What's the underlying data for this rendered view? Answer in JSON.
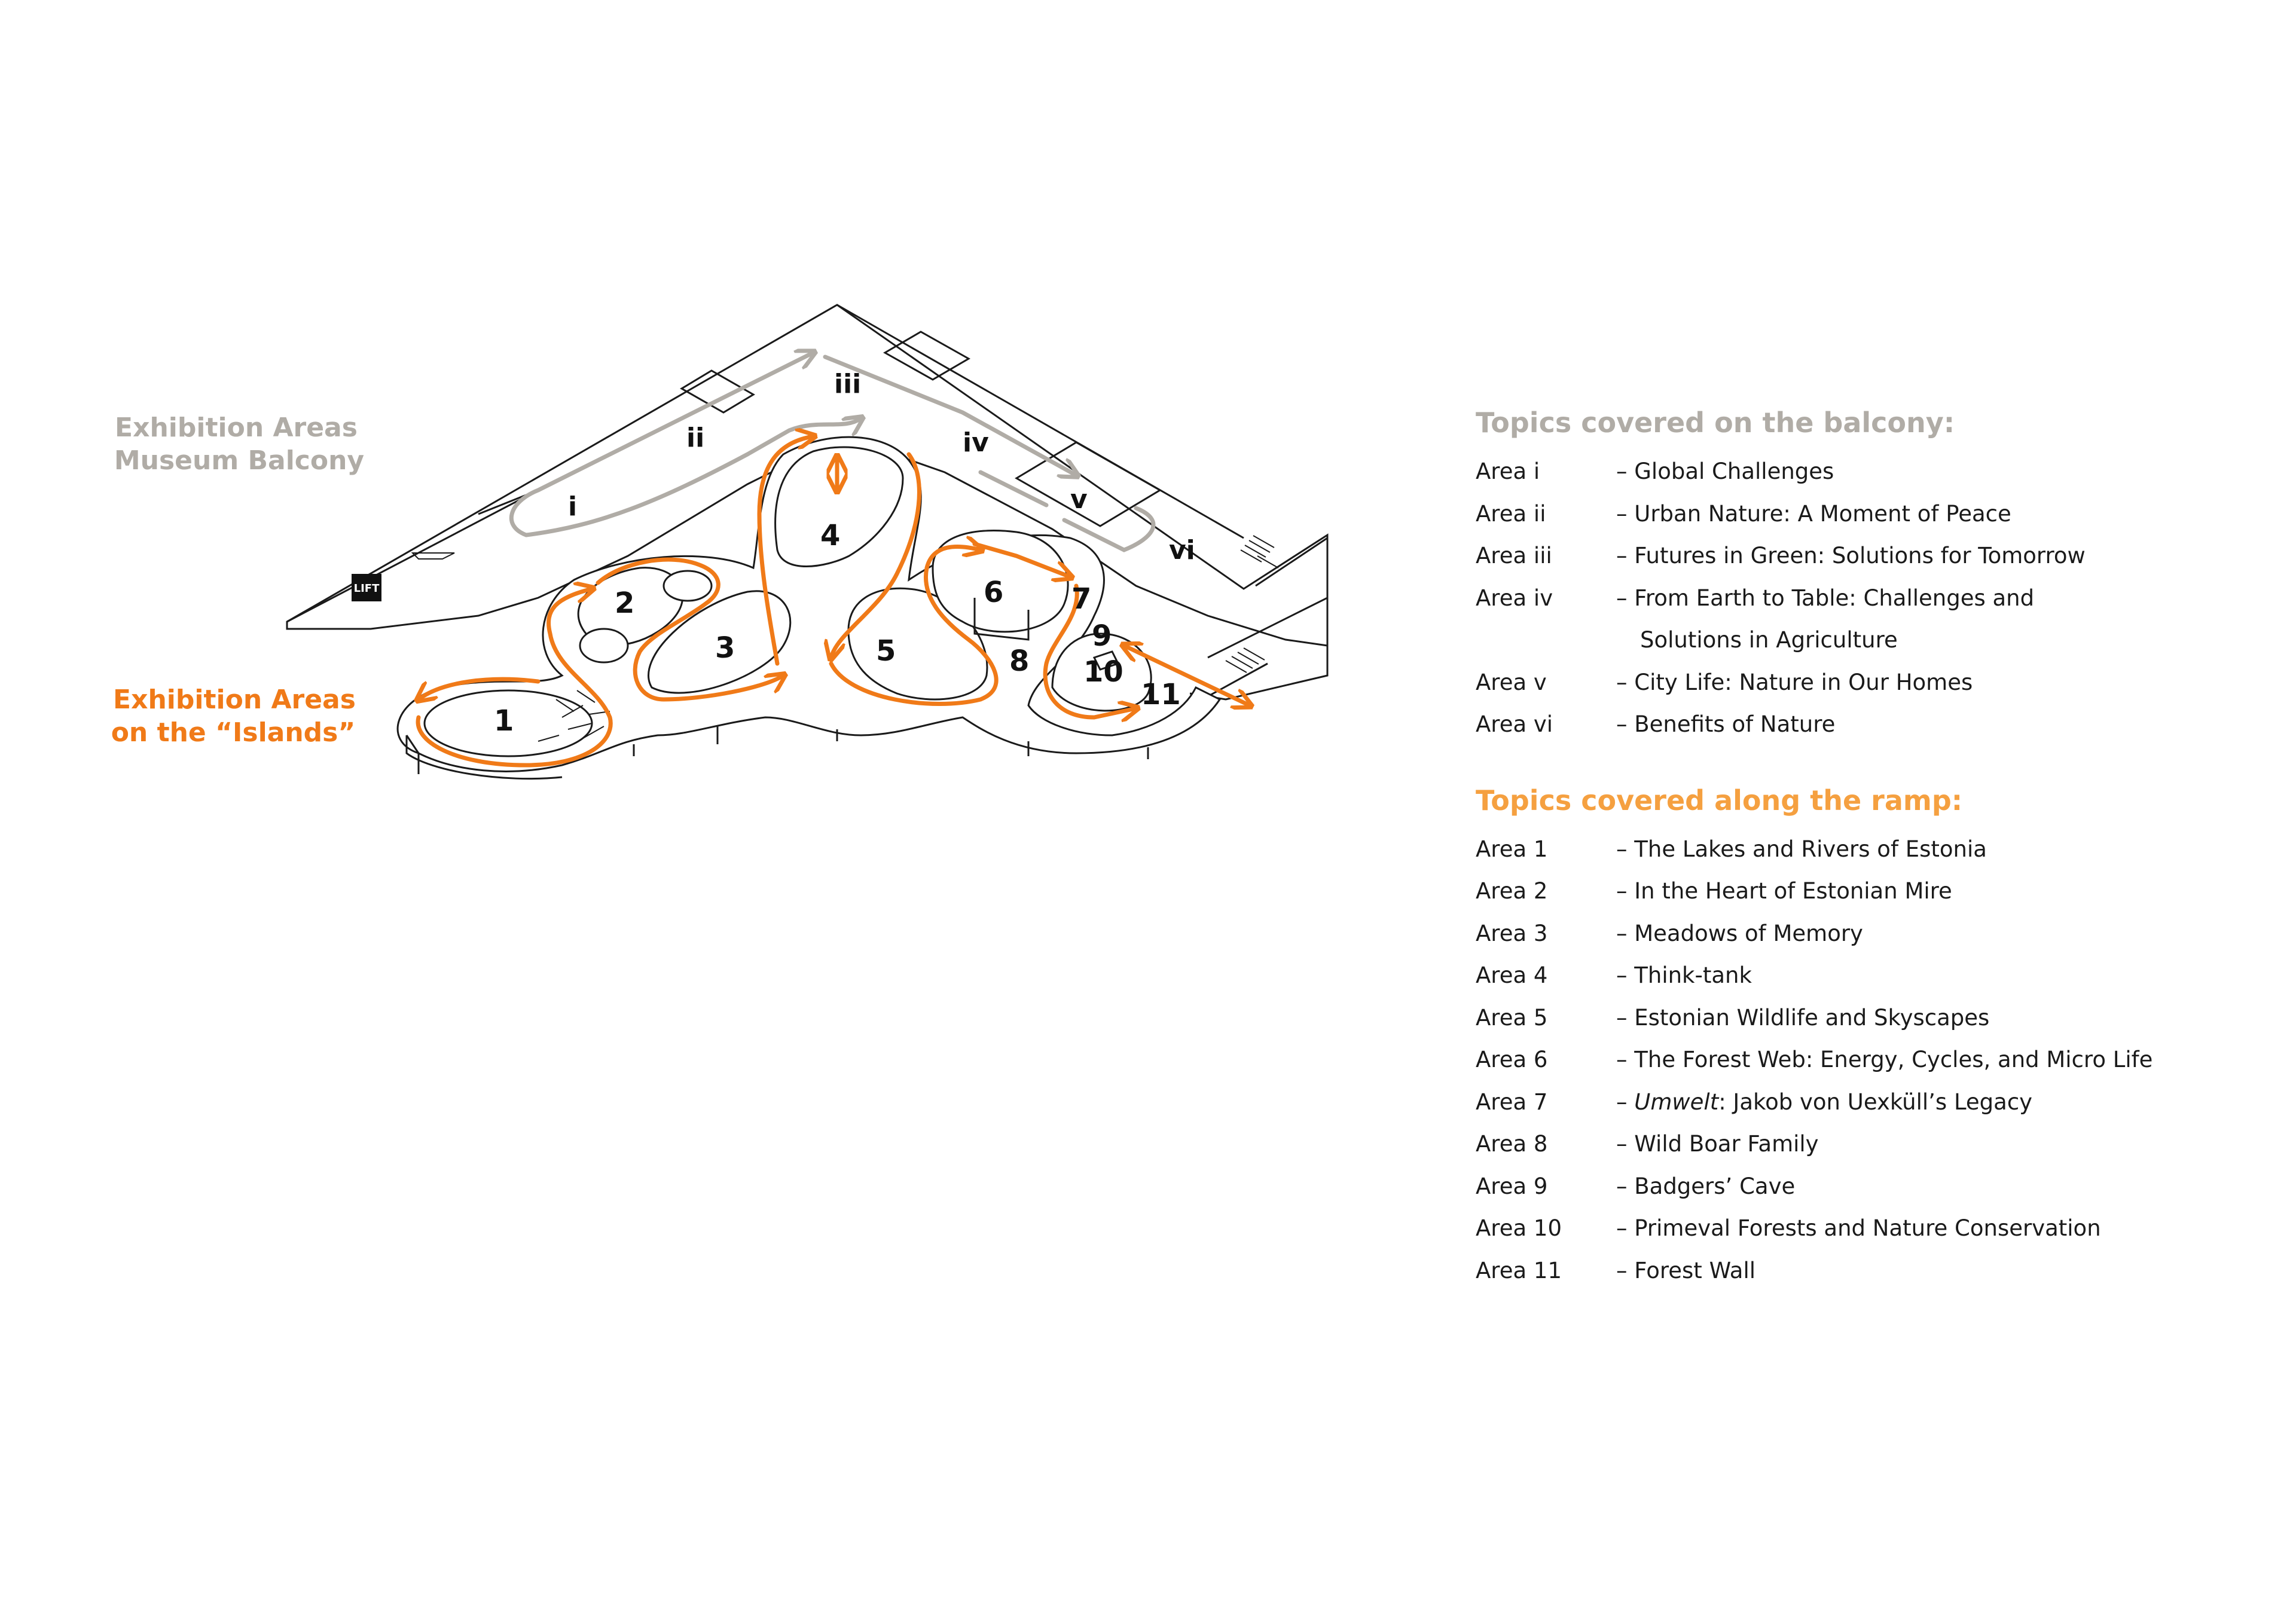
{
  "legend": {
    "balcony_line1": "Exhibition Areas",
    "balcony_line2": "Museum Balcony",
    "islands_line1": "Exhibition Areas",
    "islands_line2": "on the “Islands”"
  },
  "lift_label": "LIFT",
  "colors": {
    "balcony": "#b0aca6",
    "islands": "#f07a18",
    "ramp_title": "#f5a040",
    "outline": "#1a1a1a"
  },
  "map_labels": {
    "roman": [
      "i",
      "ii",
      "iii",
      "iv",
      "v",
      "vi"
    ],
    "numbers": [
      "1",
      "2",
      "3",
      "4",
      "5",
      "6",
      "7",
      "8",
      "9",
      "10",
      "11"
    ]
  },
  "balcony": {
    "title": "Topics covered on the balcony:",
    "rows": [
      {
        "area": "Area i",
        "desc": "– Global Challenges"
      },
      {
        "area": "Area ii",
        "desc": "– Urban Nature: A Moment of Peace"
      },
      {
        "area": "Area iii",
        "desc": "– Futures in Green: Solutions for Tomorrow"
      },
      {
        "area": "Area iv",
        "desc": "– From Earth to Table: Challenges and",
        "cont": "Solutions in Agriculture"
      },
      {
        "area": "Area v",
        "desc": "– City Life: Nature in Our Homes"
      },
      {
        "area": "Area vi",
        "desc": "– Benefits of Nature"
      }
    ]
  },
  "ramp": {
    "title": "Topics covered along the ramp:",
    "rows": [
      {
        "area": "Area 1",
        "desc": "– The Lakes and Rivers of Estonia"
      },
      {
        "area": "Area 2",
        "desc": "– In the Heart of Estonian Mire"
      },
      {
        "area": "Area 3",
        "desc": "– Meadows of Memory"
      },
      {
        "area": "Area 4",
        "desc": "– Think-tank"
      },
      {
        "area": "Area 5",
        "desc": "– Estonian Wildlife and Skyscapes"
      },
      {
        "area": "Area 6",
        "desc": "– The Forest Web: Energy, Cycles, and Micro Life"
      },
      {
        "area": "Area 7",
        "desc_prefix": "– ",
        "desc_italic": "Umwelt",
        "desc_rest": ": Jakob von Uexküll’s Legacy"
      },
      {
        "area": "Area 8",
        "desc": "– Wild Boar Family"
      },
      {
        "area": "Area 9",
        "desc": "– Badgers’ Cave"
      },
      {
        "area": "Area 10",
        "desc": "– Primeval Forests and Nature Conservation"
      },
      {
        "area": "Area 11",
        "desc": "– Forest Wall"
      }
    ]
  }
}
